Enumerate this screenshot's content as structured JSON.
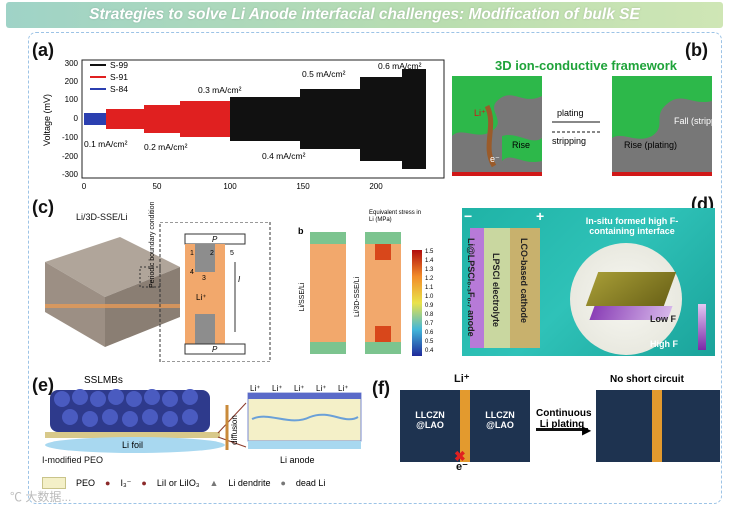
{
  "header": {
    "title": "Strategies to solve Li Anode interfacial challenges: Modification of bulk SE"
  },
  "panel_a": {
    "label": "(a)",
    "legend": [
      "S-99",
      "S-91",
      "S-84"
    ],
    "legend_colors": [
      "#111111",
      "#e02020",
      "#2b3fb0"
    ],
    "ylabel": "Voltage (mV)",
    "yticks": [
      "300",
      "200",
      "100",
      "0",
      "-100",
      "-200",
      "-300"
    ],
    "xticks": [
      "0",
      "50",
      "100",
      "150",
      "200"
    ],
    "annotations": [
      "0.1 mA/cm²",
      "0.2 mA/cm²",
      "0.3 mA/cm²",
      "0.4 mA/cm²",
      "0.5 mA/cm²",
      "0.6 mA/cm²"
    ]
  },
  "panel_b": {
    "label": "(b)",
    "title": "3D ion-conductive framework",
    "li": "Li⁺",
    "e": "e⁻",
    "rise": "Rise",
    "plating": "plating",
    "stripping": "stripping",
    "rise_plating": "Rise (plating)",
    "fall_stripping": "Fall (stripping)"
  },
  "panel_c": {
    "label": "(c)",
    "cube_label": "Li/3D-SSE/Li",
    "p_top": "P",
    "p_bottom": "P",
    "boundary": "Periodic boundary condition",
    "numbers": [
      "1",
      "2",
      "5",
      "3",
      "4"
    ],
    "current": "I",
    "li": "Li⁺",
    "b_label": "b",
    "bar1": "Li/SSE/Li",
    "bar2": "Li/3D-SSE/Li",
    "cbar_title": "Equivalent stress in Li (MPa)",
    "cbar_ticks": [
      "1.5",
      "1.4",
      "1.3",
      "1.2",
      "1.1",
      "1.0",
      "0.9",
      "0.8",
      "0.7",
      "0.6",
      "0.5",
      "0.4"
    ]
  },
  "panel_d": {
    "label": "(d)",
    "minus": "−",
    "plus": "+",
    "anode": "Li@LPSCl₀.₃F₀.₇ anode",
    "electrolyte": "LPSCl electrolyte",
    "cathode": "LCO-based cathode",
    "interface": "In-situ formed high F-containing interface",
    "low": "Low F",
    "high": "High F"
  },
  "panel_e": {
    "label": "(e)",
    "title": "SSLMBs",
    "foil": "Li foil",
    "diffusion": "diffusion",
    "peo_label": "I-modified PEO",
    "li_ions": [
      "Li⁺",
      "Li⁺",
      "Li⁺",
      "Li⁺",
      "Li⁺"
    ],
    "anode": "Li anode",
    "legend": [
      "PEO",
      "I₃⁻",
      "LiI or LiIO₃",
      "Li dendrite",
      "dead Li"
    ]
  },
  "panel_f": {
    "label": "(f)",
    "li": "Li⁺",
    "e": "e⁻",
    "block1": "LLCZN @LAO",
    "block2": "LLCZN @LAO",
    "arrow": "Continuous Li plating",
    "result": "No short circuit"
  },
  "watermark": "℃ 大数据..."
}
